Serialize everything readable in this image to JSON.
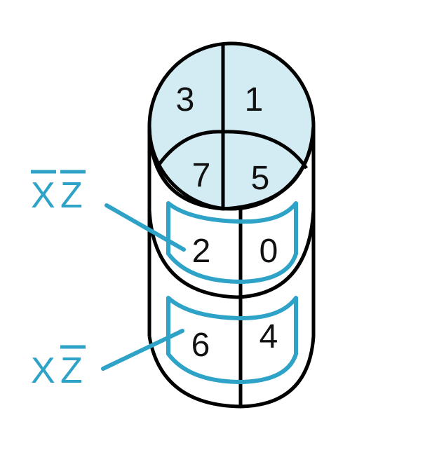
{
  "colors": {
    "outline": "#000000",
    "accent": "#2ea3c7",
    "top_fill": "#d3ecf3",
    "background": "#ffffff"
  },
  "cells": {
    "top_left": "3",
    "top_right": "1",
    "middle_left": "7",
    "middle_right": "5",
    "upper_band_left": "2",
    "upper_band_right": "0",
    "lower_band_left": "6",
    "lower_band_right": "4"
  },
  "labels": {
    "xbar_zbar": {
      "first": "X",
      "second": "Z",
      "first_overbar": true,
      "second_overbar": true
    },
    "x_zbar": {
      "first": "X",
      "second": "Z",
      "first_overbar": false,
      "second_overbar": true
    }
  }
}
